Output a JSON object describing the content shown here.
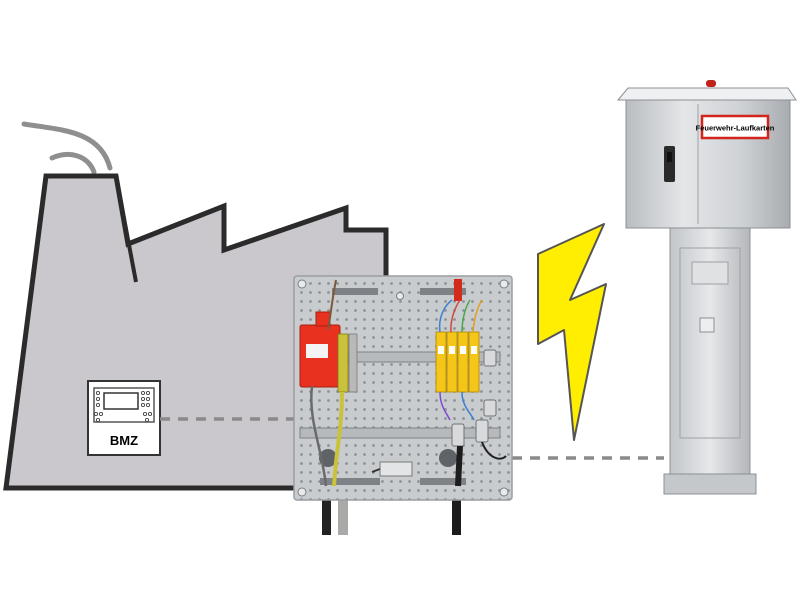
{
  "bmz": {
    "label": "BMZ"
  },
  "cabinet": {
    "label": "Feuerwehr-Laufkarten"
  },
  "colors": {
    "building_fill": "#cbc8cd",
    "building_outline": "#2b2b2b",
    "connection_line": "#8a8a8a",
    "lightning_fill": "#ffee00",
    "lightning_outline": "#555555",
    "spd_red": "#e8311f",
    "spd_yellow": "#f5c518",
    "cabinet_steel": "#d6d8db"
  },
  "icons": [
    "factory-building",
    "smoke-plume",
    "fire-alarm-panel",
    "surge-protection-board",
    "lightning-bolt",
    "fire-brigade-key-cabinet"
  ]
}
